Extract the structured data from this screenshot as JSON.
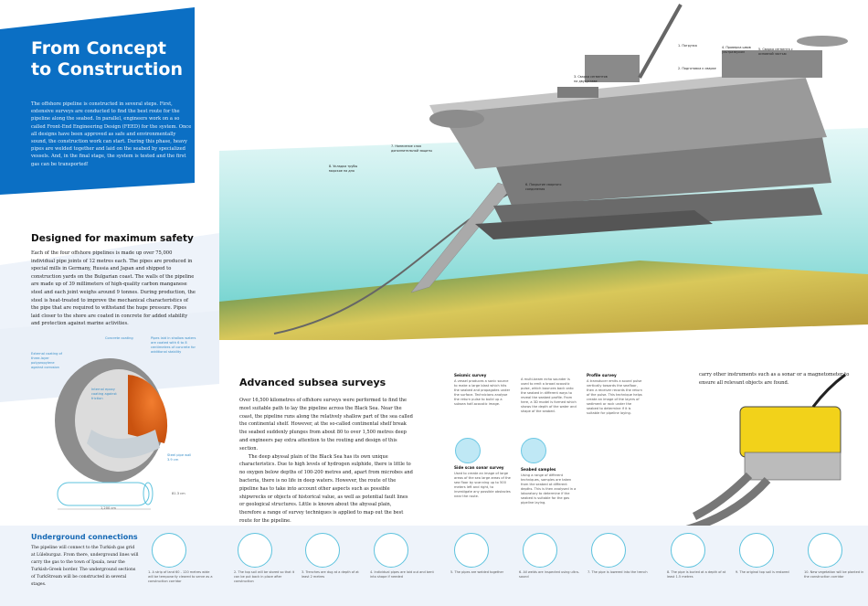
{
  "hero": {
    "title_line1": "From Concept",
    "title_line2": "to Construction",
    "text": "The offshore pipeline is constructed in several steps. First, extensive surveys are conducted to find the best route for the pipeline along the seabed. In parallel, engineers work on a so called Front-End Engineering Design (FEED) for the system. Once all designs have been approved as safe and environmentally sound, the construction work can start. During this phase, heavy pipes are welded together and laid on the seabed by specialized vessels. And, in the final stage, the system is tested and the first gas can be transported!"
  },
  "safety": {
    "title": "Designed for maximum safety",
    "text": "Each of the four offshore pipelines is made up over 75,000 individual pipe joints of 12 metres each. The pipes are produced in special mills in Germany, Russia and Japan and shipped to construction yards on the Bulgarian coast. The walls of the pipeline are made up of 39 millimeters of high-quality carbon manganese steel and each joint weighs around 9 tonnes. During production, the steel is heat-treated to improve the mechanical characteristics of the pipe that are required to withstand the huge pressure. Pipes laid closer to the shore are coated in concrete for added stability and protection against marine activities."
  },
  "pipe_diagram": {
    "concrete": "Concrete coating",
    "shallow": "Pipes laid in shallow waters are coated with 6 to 8 centimetres of concrete for additional stability",
    "external": "External coating of three-layer polypropylene against corrosion",
    "internal": "Internal epoxy coating against friction",
    "wall": "Steel pipe wall 3.9 cm",
    "diameter": "81.3 cm",
    "length": "1,200 cm"
  },
  "surveys": {
    "title": "Advanced subsea surveys",
    "p1": "Over 16,500 kilometres of offshore surveys were performed to find the most suitable path to lay the pipeline across the Black Sea. Near the coast, the pipeline runs along the relatively shallow part of the sea called the continental shelf. However, at the so-called continental shelf break the seabed suddenly plunges from about 80 to over 1,500 metres deep and engineers pay extra attention to the routing and design of this section.",
    "p2": "The deep abyssal plain of the Black Sea has its own unique characteristics. Due to high levels of hydrogen sulphide, there is little to no oxygen below depths of 100-200 metres and, apart from microbes and bacteria, there is no life in deep waters. However, the route of the pipeline has to take into account other aspects such as possible shipwrecks or objects of historical value, as well as potential fault lines or geological structures. Little is known about the abyssal plain, therefore a range of survey techniques is applied to map out the best route for the pipeline.",
    "techniques": [
      {
        "title": "Seismic survey",
        "text": "A vessel produces a sonic source to make a large blast which hits the seabed and propagates under the surface. Technicians analyse the return pulse to build up a subsea half-acoustic image."
      },
      {
        "title": "",
        "text": "A multi-beam echo sounder is used to emit a broad acoustic pulse, which bounces back onto the seabed in different ways to reveal the seabed profile. From here, a 3D model is formed which shows the depth of the water and shape of the seabed."
      },
      {
        "title": "Profile survey",
        "text": "A transducer emits a sound pulse vertically towards the seafloor, then a receiver records the return of the pulse. This technique helps create an image of the layers of sediment or rock under the seabed to determine if it is suitable for pipeline laying."
      },
      {
        "title": "Side scan sonar survey",
        "text": "Used to create an image of large areas of the sea large areas of the sea floor by scanning up to 500 meters left and right, to investigate any possible obstacles near the route."
      },
      {
        "title": "Seabed samples",
        "text": "Using a range of different techniques, samples are taken from the seabed at different depths. This is then analysed in a laboratory to determine if the seabed is suitable for the gas pipeline laying."
      }
    ],
    "rov_text": "carry other instruments such as a sonar or a magnetometer to ensure all relevant objects are found."
  },
  "vessel_labels": [
    "1. Погрузка",
    "2. Подготовка к сварке",
    "3. Сварка сегментов на двусуставе",
    "4. Проверка швов ультразвуком",
    "5. Сварка сегмента с основной частью",
    "6. Покрытие сварного соединения",
    "7. Нанесение слоя дополнительной защиты",
    "8. Укладка трубы морское на дно"
  ],
  "underground": {
    "title": "Underground connections",
    "text": "The pipeline will connect to the Turkish gas grid at Lüleburgaz. From there, underground lines will carry the gas to the town of Ipsala, near the Turkish-Greek border. The underground sections of TurkStream will be constructed in several stages.",
    "steps": [
      "1. A strip of land 60 - 120 metres wide will be temporarily cleared to serve as a construction corridor",
      "2. The top soil will be stored so that it can be put back in place after construction",
      "3. Trenches are dug at a depth of at least 2 metres",
      "4. Individual pipes are laid out and bent into shape if needed",
      "5. The pipes are welded together",
      "6. All welds are inspected using ultra-sound",
      "7. The pipe is lowered into the trench",
      "8. The pipe is buried at a depth of at least 1.5 metres",
      "9. The original top soil is restored",
      "10. New vegetation will be planted in the construction corridor"
    ]
  },
  "colors": {
    "brand_blue": "#0b6fc4",
    "light_blue": "#5ec3de",
    "band": "#eef3fa",
    "pipe_orange": "#e8661c"
  }
}
